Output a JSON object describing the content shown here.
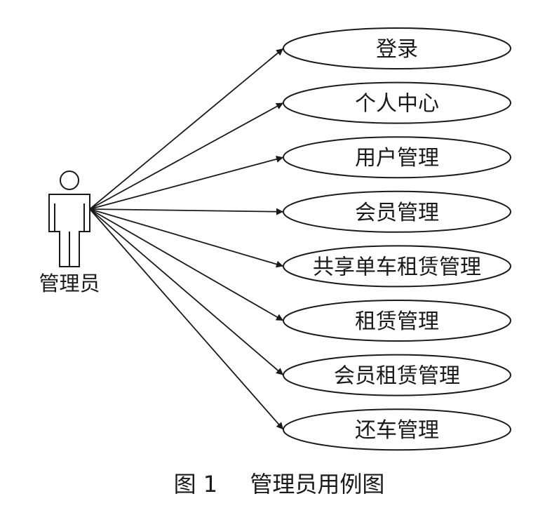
{
  "actor": {
    "label": "管理员"
  },
  "use_cases": [
    {
      "label": "登录"
    },
    {
      "label": "个人中心"
    },
    {
      "label": "用户管理"
    },
    {
      "label": "会员管理"
    },
    {
      "label": "共享单车租赁管理"
    },
    {
      "label": "租赁管理"
    },
    {
      "label": "会员租赁管理"
    },
    {
      "label": "还车管理"
    }
  ],
  "caption": {
    "figure_number": "图 1",
    "title": "管理员用例图"
  },
  "colors": {
    "stroke": "#1a1a1a",
    "background": "#ffffff"
  }
}
